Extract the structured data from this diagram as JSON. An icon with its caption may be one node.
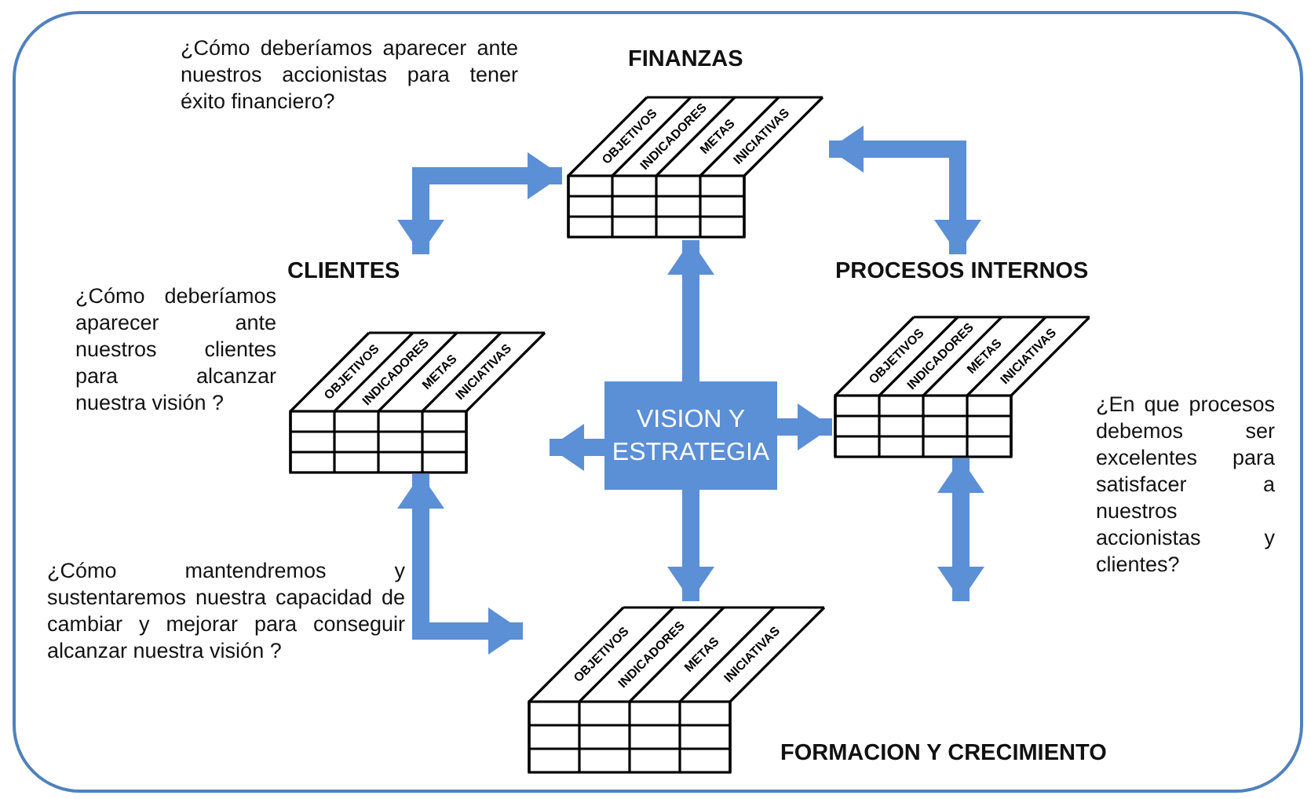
{
  "diagram": {
    "nodes": [
      {
        "text": [
          "VISION Y ESTRATEGIA"
        ]
      },
      {
        "text": [
          "FINANZAS",
          "OBJETIVOS",
          "INDICADORES",
          "METAS",
          "INICIATIVAS"
        ],
        "beside": [
          "¿Cómo deberíamos aparecer ante nuestros accionistas para tener éxito financiero?"
        ]
      },
      {
        "text": [
          "CLIENTES",
          "OBJETIVOS",
          "INDICADORES",
          "METAS",
          "INICIATIVAS"
        ],
        "beside": [
          "¿Cómo deberíamos aparecer ante nuestros clientes para alcanzar nuestra visión ?"
        ]
      },
      {
        "text": [
          "PROCESOS INTERNOS",
          "OBJETIVOS",
          "INDICADORES",
          "METAS",
          "INICIATIVAS"
        ],
        "beside": [
          "¿En que procesos debemos ser excelentes para satisfacer a nuestros accionistas y clientes?"
        ]
      },
      {
        "text": [
          "FORMACION Y CRECIMIENTO",
          "OBJETIVOS",
          "INDICADORES",
          "METAS",
          "INICIATIVAS"
        ]
      }
    ],
    "labels": [
      "¿Cómo mantendremos y sustentaremos nuestra capacidad de cambiar y mejorar para conseguir alcanzar nuestra visión ?"
    ],
    "edges": [
      {
        "from": 0,
        "to": 1,
        "arrow": "to"
      },
      {
        "from": 0,
        "to": 2,
        "arrow": "to"
      },
      {
        "from": 0,
        "to": 3,
        "arrow": "to"
      },
      {
        "from": 0,
        "to": 4,
        "arrow": "to"
      },
      {
        "from": 2,
        "to": 1,
        "arrow": "both"
      },
      {
        "from": 1,
        "to": 3,
        "arrow": "both"
      },
      {
        "from": 2,
        "to": 4,
        "arrow": "both"
      },
      {
        "from": 4,
        "to": 3,
        "arrow": "both"
      }
    ]
  }
}
